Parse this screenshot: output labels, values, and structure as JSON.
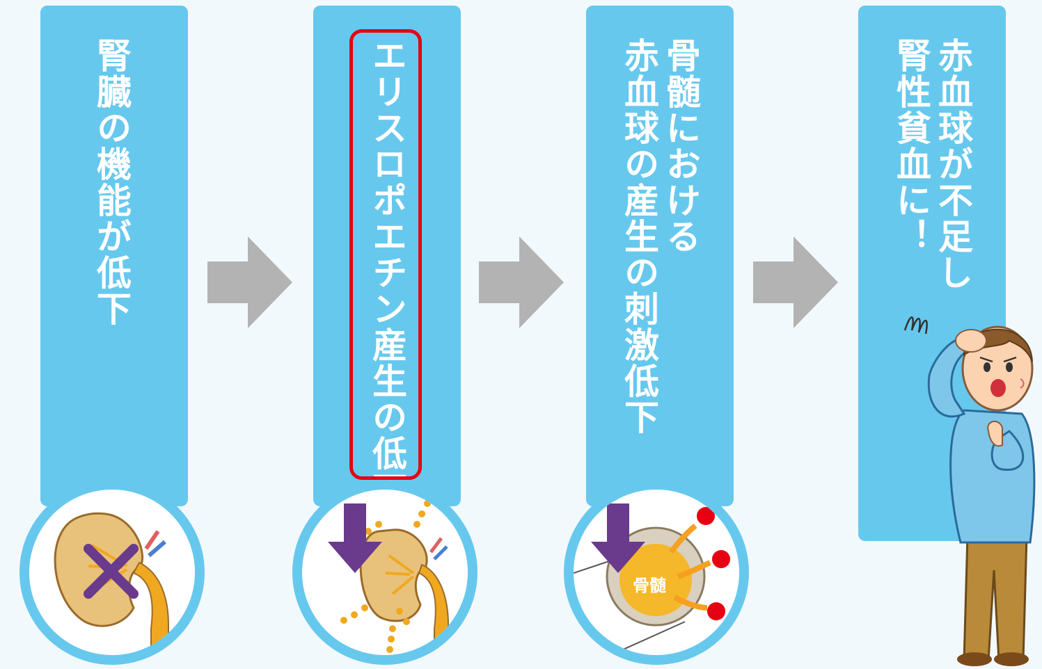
{
  "steps": [
    {
      "text": "腎臓の機能が低下"
    },
    {
      "text": "エリスロポエチン産生の低下",
      "highlighted": true
    },
    {
      "lines": [
        "骨髄における",
        "赤血球の産生の刺激低下"
      ]
    },
    {
      "lines": [
        "赤血球が不足し",
        "腎性貧血に！"
      ]
    }
  ],
  "bone_marrow_label": "骨髄",
  "colors": {
    "panel": "#67c8ee",
    "arrow": "#b3b3b3",
    "highlight": "#e60012",
    "down_arrow": "#6a3a8c",
    "red_cell": "#e60012",
    "kidney": "#e8c27a"
  }
}
